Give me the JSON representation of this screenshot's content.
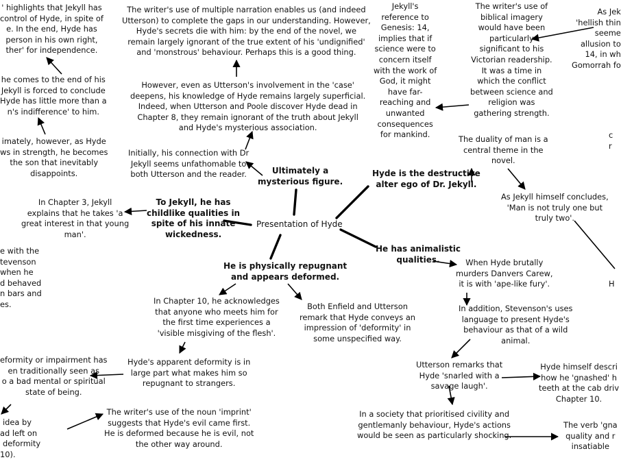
{
  "center": "Presentation of Hyde",
  "branches": {
    "mysterious": [
      "Ultimately a",
      "mysterious figure."
    ],
    "childlike": [
      "To Jekyll, he has",
      "childlike qualities in",
      "spite of his innate",
      "wickedness."
    ],
    "repugnant": [
      "He is physically repugnant",
      "and appears deformed."
    ],
    "animalistic": [
      "He has animalistic",
      "qualities."
    ],
    "alter_ego": [
      "Hyde is the destructive",
      "alter ego of Dr. Jekyll."
    ]
  },
  "notes": {
    "multiple_narration": [
      "The writer's use of multiple narration enables us (and indeed",
      "Utterson) to complete the gaps in our understanding. However,",
      "Hyde's secrets die with him: by the end of the novel, we",
      "remain largely ignorant of the true extent of his 'undignified'",
      "and 'monstrous' behaviour. Perhaps this is a good thing."
    ],
    "utterson_involvement": [
      "However, even as Utterson's involvement in the 'case'",
      "deepens, his knowledge of Hyde remains largely superficial.",
      "Indeed, when Utterson and Poole discover Hyde dead in",
      "Chapter 8, they remain ignorant of the truth about Jekyll",
      "and Hyde's mysterious association."
    ],
    "connection": [
      "Initially, his connection with Dr",
      "Jekyll seems unfathomable to",
      "both Utterson and the reader."
    ],
    "highlights": [
      "' highlights that Jekyll has",
      "control of Hyde, in spite of",
      "e. In the end, Hyde has",
      "person in his own right,",
      "ther' for independence."
    ],
    "comes_to_end": [
      "he comes to the end of his",
      "Jekyll is forced to conclude",
      "Hyde has little more than a",
      "n's indifference' to him."
    ],
    "ultimately_son": [
      "imately, however, as Hyde",
      "ws in strength, he becomes",
      "the son that inevitably",
      "disappoints."
    ],
    "chapter3": [
      "In Chapter 3, Jekyll",
      "explains that he takes 'a",
      "great interest in that young",
      "man'."
    ],
    "left_middle": [
      "e with the",
      "tevenson",
      "when he",
      "d behaved",
      "n bars and",
      "es."
    ],
    "chapter10_misgiving": [
      "In Chapter 10, he acknowledges",
      "that anyone who meets him for",
      "the first time experiences a",
      "'visible misgiving of the flesh'."
    ],
    "enfield_utterson": [
      "Both Enfield and Utterson",
      "remark that Hyde conveys an",
      "impression of 'deformity' in",
      "some unspecified way."
    ],
    "apparent_deformity": [
      "Hyde's apparent deformity is in",
      "large part what makes him so",
      "repugnant to strangers."
    ],
    "deformity_impairment": [
      "eformity or impairment has",
      "en traditionally seen as",
      "o a bad mental or spiritual",
      "state of being."
    ],
    "imprint": [
      "The writer's use of the noun 'imprint'",
      "suggests that Hyde's evil came first.",
      "He is deformed because he is evil, not",
      "the other way around."
    ],
    "idea_by": [
      "idea by",
      "ad left on",
      "deformity",
      "10)."
    ],
    "genesis": [
      "Jekyll's",
      "reference to",
      "Genesis: 14,",
      "implies that if",
      "science were to",
      "concern itself",
      "with the work of",
      "God, it might",
      "have far-",
      "reaching and",
      "unwanted",
      "consequences",
      "for mankind."
    ],
    "biblical": [
      "The writer's use of",
      "biblical imagery",
      "would have been",
      "particularly",
      "significant to his",
      "Victorian readership.",
      "It was a time in",
      "which the conflict",
      "between science and",
      "religion was",
      "gathering strength."
    ],
    "hellish": [
      "As Jek",
      "'hellish thin",
      "seeme",
      "allusion to",
      "14, in wh",
      "Gomorrah fo"
    ],
    "duality": [
      "The duality of man is a",
      "central theme in the",
      "novel."
    ],
    "jekyll_concludes": [
      "As Jekyll himself concludes,",
      "'Man is not truly one but",
      "truly two'."
    ],
    "right_frag_1": [
      "c",
      "r"
    ],
    "right_frag_2": [
      "H"
    ],
    "danvers": [
      "When Hyde brutally",
      "murders Danvers Carew,",
      "it is with 'ape-like fury'."
    ],
    "language": [
      "In addition, Stevenson's uses",
      "language to present Hyde's",
      "behaviour as that of a wild",
      "animal."
    ],
    "snarled": [
      "Utterson remarks that",
      "Hyde 'snarled with a",
      "savage laugh'."
    ],
    "gnashed": [
      "Hyde himself descri",
      "how he 'gnashed' h",
      "teeth at the cab driv",
      "Chapter 10."
    ],
    "civility": [
      "In a society that prioritised civility and",
      "gentlemanly behaviour, Hyde's actions",
      "would be seen as particularly shocking."
    ],
    "verb_gnash": [
      "The verb 'gna",
      "quality and r",
      "insatiable"
    ]
  }
}
